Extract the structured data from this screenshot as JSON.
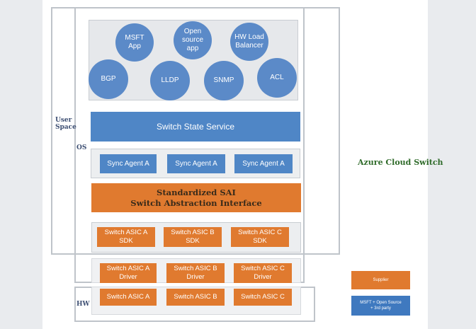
{
  "apps": [
    {
      "label": "MSFT\nApp"
    },
    {
      "label": "Open\nsource\napp"
    },
    {
      "label": "HW Load\nBalancer"
    },
    {
      "label": "BGP"
    },
    {
      "label": "LLDP"
    },
    {
      "label": "SNMP"
    },
    {
      "label": "ACL"
    }
  ],
  "switch_state_service": "Switch State Service",
  "sync_agents": [
    "Sync Agent A",
    "Sync Agent A",
    "Sync Agent A"
  ],
  "sai": {
    "line1": "Standardized SAI",
    "line2": "Switch Abstraction Interface"
  },
  "sdks": [
    "Switch ASIC A\nSDK",
    "Switch ASIC B\nSDK",
    "Switch ASIC C\nSDK"
  ],
  "drivers": [
    "Switch ASIC A\nDriver",
    "Switch ASIC B\nDriver",
    "Switch ASIC C\nDriver"
  ],
  "asics": [
    "Switch ASIC A",
    "Switch ASIC B",
    "Switch ASIC C"
  ],
  "labels": {
    "user_space_1": "User",
    "user_space_2": "Space",
    "os": "OS",
    "hw": "HW"
  },
  "title": "Azure Cloud Switch",
  "legend": [
    {
      "label": "Supplier",
      "color": "#e07a2f"
    },
    {
      "label": "MSFT + Open Source\n+ 3rd party",
      "color": "#3f79bf"
    }
  ]
}
